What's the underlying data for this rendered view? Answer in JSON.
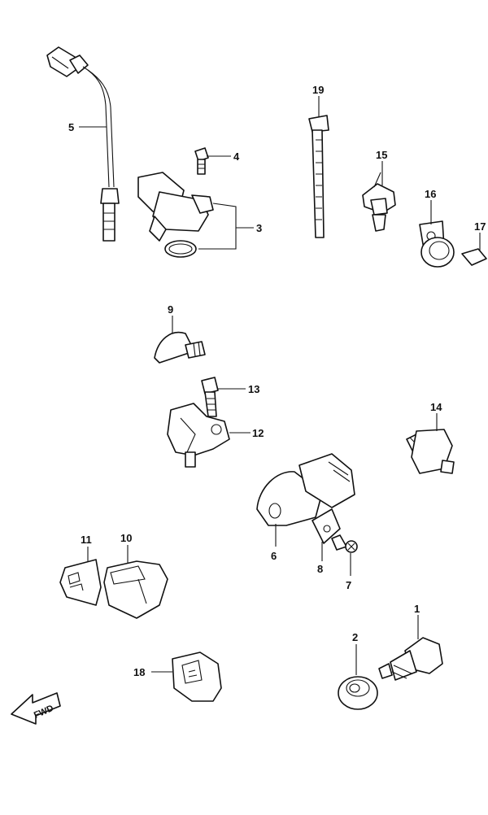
{
  "diagram": {
    "callouts": {
      "c1": "1",
      "c2": "2",
      "c3": "3",
      "c4": "4",
      "c5": "5",
      "c6": "6",
      "c7": "7",
      "c8": "8",
      "c9": "9",
      "c10": "10",
      "c11": "11",
      "c12": "12",
      "c13": "13",
      "c14": "14",
      "c15": "15",
      "c16": "16",
      "c17": "17",
      "c18": "18",
      "c19": "19"
    },
    "fwd_label": "FWD"
  }
}
